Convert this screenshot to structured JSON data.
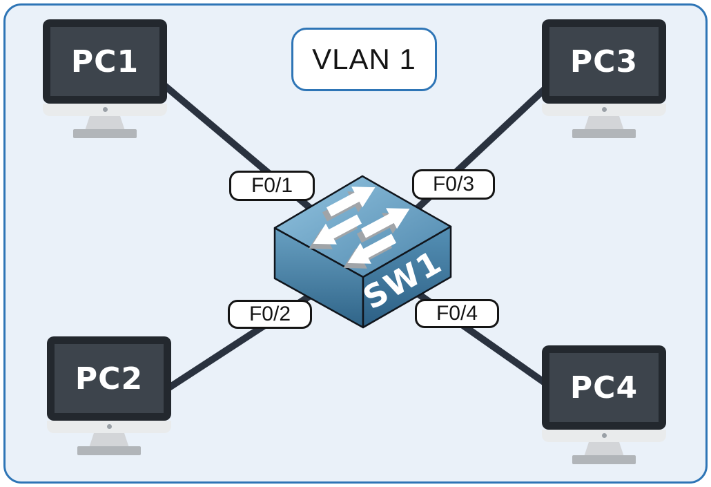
{
  "diagram": {
    "title_badge": {
      "label": "VLAN 1"
    },
    "switch": {
      "name": "SW1",
      "icon": "switch-arrows-icon"
    },
    "nodes": [
      {
        "name": "PC1",
        "position": "top-left"
      },
      {
        "name": "PC2",
        "position": "bottom-left"
      },
      {
        "name": "PC3",
        "position": "top-right"
      },
      {
        "name": "PC4",
        "position": "bottom-right"
      }
    ],
    "ports": [
      {
        "label": "F0/1",
        "connects": "PC1"
      },
      {
        "label": "F0/2",
        "connects": "PC2"
      },
      {
        "label": "F0/3",
        "connects": "PC3"
      },
      {
        "label": "F0/4",
        "connects": "PC4"
      }
    ],
    "colors": {
      "frame_border": "#2e75b6",
      "background": "#eaf1f9",
      "link_line": "#2a323f",
      "port_label_border": "#141414",
      "switch_top_light": "#94c5e1",
      "switch_top_dark": "#4c85ab",
      "switch_side_dark": "#2c5f84",
      "monitor_frame": "#23282e",
      "monitor_screen": "#3d444c",
      "label_text": "#ffffff"
    }
  }
}
